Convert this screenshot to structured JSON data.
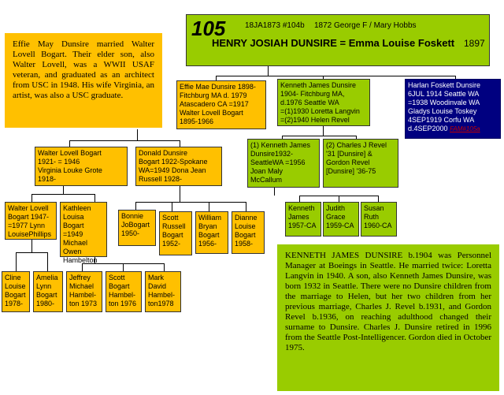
{
  "header": {
    "number": "105",
    "birth": "18JA1873 #104b",
    "parents_line": "1872 George F / Mary Hobbs",
    "couple": "HENRY JOSIAH DUNSIRE = Emma Louise Foskett",
    "year": "1897"
  },
  "notes": {
    "effie": "Effie May Dunsire married Walter Lovell Bogart. Their elder son, also Walter Lovell, was a WWII USAF veteran, and graduated as an architect from USC in 1948. His wife Virginia, an artist, was also a USC graduate.",
    "kenneth": "KENNETH JAMES DUNSIRE b.1904 was Personnel Manager at Boeings in Seattle. He married twice: Loretta Langvin in 1940. A son, also Kenneth James Dunsire, was born 1932 in Seattle. There were no Dunsire children from the marriage to Helen, but her two children from her previous marriage, Charles J. Revel b.1931, and Gordon Revel b.1936, on reaching adulthood changed their surname to Dunsire. Charles J. Dunsire retired in 1996 from the Seattle Post-Intelligencer. Gordon died in October 1975."
  },
  "people": {
    "effie_mae": "Effie Mae Dunsire 1898-\nFitchburg MA d. 1979\nAtascadero CA =1917\nWalter Lovell Bogart\n1895-1966",
    "kenneth_james": "Kenneth James Dunsire\n1904- Fitchburg MA,\nd.1976 Seattle WA\n=(1)1930 Loretta Langvin\n=(2)1940 Helen Revel",
    "harlan_text": "Harlan Foskett Dunsire\n6JUL 1914 Seattle WA\n=1938 Woodinvale WA\nGladys Louise Toskey\n4SEP1919 Corfu WA\nd.4SEP2000",
    "harlan_link": "FAM#105a",
    "walter_lovell": "Walter Lovell Bogart\n1921- = 1946\nVirginia Louke Grote\n1918-",
    "donald": "Donald Dunsire\nBogart 1922-Spokane\nWA=1949 Dona Jean\nRussell 1928-",
    "kenneth_jr": "(1) Kenneth James\nDunsire1932-\nSeattleWA =1956\nJoan Maly\nMcCallum",
    "charles": "(2) Charles J Revel\n'31 [Dunsire] &\nGordon Revel\n[Dunsire] '36-75",
    "walter_jr": "Walter Lovell\nBogart 1947-\n=1977 Lynn\nLouisePhillips",
    "kathleen": "Kathleen\nLouisa\nBogart =1949\nMichael\nOwen\nHambelton",
    "bonnie": "Bonnie\nJoBogart\n1950-",
    "scott_russell": "Scott\nRussell\nBogart\n1952-",
    "william": "William\nBryan\nBogart\n1956-",
    "dianne": "Dianne\nLouise\nBogart\n1958-",
    "kenneth_iii": "Kenneth\nJames\n1957-CA",
    "judith": "Judith\nGrace\n1959-CA",
    "susan": "Susan\nRuth\n1960-CA",
    "cline": "Cline\nLouise\nBogart\n1978-",
    "amelia": "Amelia\nLynn\nBogart\n1980-",
    "jeffrey": "Jeffrey\nMichael\nHambel-\nton 1973",
    "scott_bogart": "Scott\nBogart\nHambel-\nton 1976",
    "mark": "Mark\nDavid\nHambel-\nton1978"
  }
}
